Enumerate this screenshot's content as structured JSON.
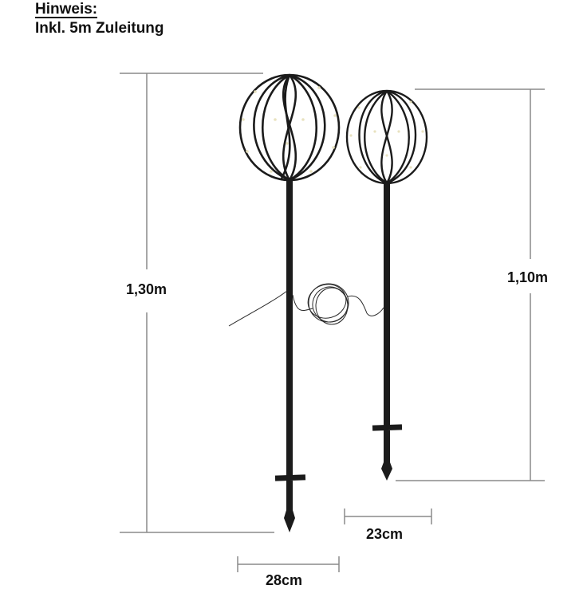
{
  "note": {
    "title": "Hinweis:",
    "text": "Inkl. 5m Zuleitung"
  },
  "dimensions": {
    "tall_height": "1,30m",
    "short_height": "1,10m",
    "tall_width": "28cm",
    "short_width": "23cm"
  },
  "products": [
    {
      "name": "tall-sphere-stake-light",
      "height": "1,30m",
      "diameter": "28cm"
    },
    {
      "name": "short-sphere-stake-light",
      "height": "1,10m",
      "diameter": "23cm"
    }
  ],
  "colors": {
    "dimension_line": "#8a8a8a",
    "product": "#1b1b1b",
    "led": "#e8e2c0",
    "text": "#111111"
  }
}
